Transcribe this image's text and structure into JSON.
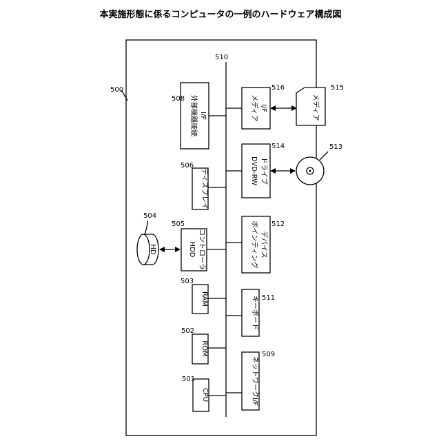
{
  "title": "本実施形態に係るコンピュータの一例のハードウェア構成図",
  "refs": {
    "computer": "500",
    "cpu": "501",
    "rom": "502",
    "ram": "503",
    "hd": "504",
    "hdd_controller": "505",
    "display": "506",
    "external_if": "508",
    "network_if": "509",
    "bus": "510",
    "keyboard": "511",
    "pointing_device": "512",
    "dvd_disc": "513",
    "dvd_drive": "514",
    "media": "515",
    "media_if": "516"
  },
  "labels": {
    "cpu": "CPU",
    "rom": "ROM",
    "ram": "RAM",
    "hd": "HD",
    "hdd_controller_1": "HDD",
    "hdd_controller_2": "コントローラ",
    "display": "ディスプレイ",
    "external_if_1": "外部機器接続",
    "external_if_2": "I/F",
    "network_if": "ネットワークI/F",
    "keyboard": "キーボード",
    "pointing_device_1": "ポインティング",
    "pointing_device_2": "デバイス",
    "dvd_drive_1": "DVD-RW",
    "dvd_drive_2": "ドライブ",
    "media_if_1": "メディア",
    "media_if_2": "I/F",
    "media": "メディア"
  }
}
